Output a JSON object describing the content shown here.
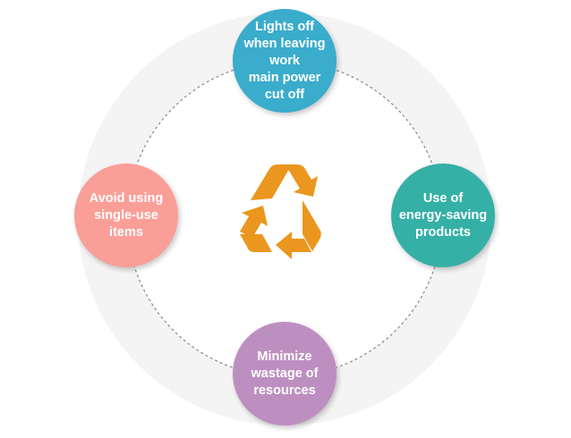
{
  "diagram": {
    "type": "cycle",
    "center_icon": "recycle-icon",
    "colors": {
      "background_ring": "#f4f4f4",
      "dashed_ring": "#8a8a8a",
      "recycle_icon": "#eb961e"
    },
    "nodes": [
      {
        "id": "top",
        "label": "Lights off\nwhen leaving\nwork\nmain power\ncut off",
        "color": "#3aaccc"
      },
      {
        "id": "right",
        "label": "Use of\nenergy-saving\nproducts",
        "color": "#35b0a6"
      },
      {
        "id": "bottom",
        "label": "Minimize\nwastage of\nresources",
        "color": "#bd8fc0"
      },
      {
        "id": "left",
        "label": "Avoid using\nsingle-use\nitems",
        "color": "#fa9f98"
      }
    ]
  }
}
